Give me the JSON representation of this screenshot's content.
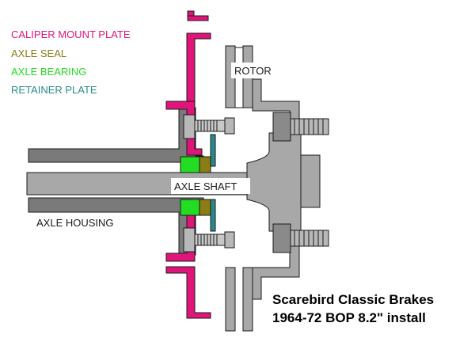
{
  "legend": [
    {
      "key": "caliper",
      "label": "CALIPER MOUNT PLATE",
      "color": "#e0157a"
    },
    {
      "key": "seal",
      "label": "AXLE SEAL",
      "color": "#8b7d16"
    },
    {
      "key": "bearing",
      "label": "AXLE BEARING",
      "color": "#22dd22"
    },
    {
      "key": "retainer",
      "label": "RETAINER PLATE",
      "color": "#2a8a8a"
    }
  ],
  "labels": {
    "rotor": "ROTOR",
    "axle_shaft": "AXLE SHAFT",
    "axle_housing": "AXLE HOUSING"
  },
  "title": {
    "line1": "Scarebird Classic Brakes",
    "line2": "1964-72 BOP 8.2\" install"
  },
  "colors": {
    "metal_fill": "#a8a8a8",
    "metal_dark": "#7a7a7a",
    "outline": "#1a1a1a"
  }
}
